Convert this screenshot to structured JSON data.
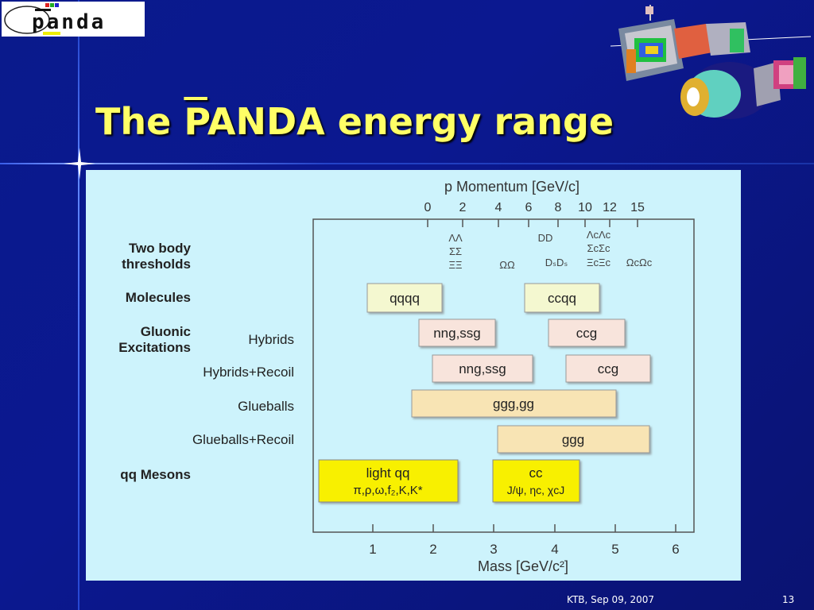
{
  "slide": {
    "title_prefix": "The ",
    "title_p": "P",
    "title_suffix": "ANDA energy range",
    "footer": "KTB, Sep 09, 2007",
    "page_number": "13",
    "logo_text": "panda"
  },
  "diagram": {
    "momentum_axis_label": "p Momentum [GeV/c]",
    "momentum_ticks": [
      "0",
      "2",
      "4",
      "6",
      "8",
      "10",
      "12",
      "15"
    ],
    "mass_axis_label": "Mass [GeV/c²]",
    "mass_ticks": [
      "1",
      "2",
      "3",
      "4",
      "5",
      "6"
    ],
    "row_labels": {
      "two_body": [
        "Two body",
        "thresholds"
      ],
      "molecules": "Molecules",
      "gluonic": [
        "Gluonic",
        "Excitations"
      ],
      "hybrids": "Hybrids",
      "hybrids_recoil": "Hybrids+Recoil",
      "glueballs": "Glueballs",
      "glueballs_recoil": "Glueballs+Recoil",
      "mesons": "qq Mesons"
    },
    "thresholds": {
      "lambda": [
        "ΛΛ",
        "ΣΣ",
        "ΞΞ"
      ],
      "omega": "ΩΩ",
      "dd": [
        "DD",
        "DₛDₛ"
      ],
      "lambda_c": [
        "ΛcΛc",
        "ΣcΣc",
        "ΞcΞc"
      ],
      "omega_c": "ΩcΩc"
    },
    "boxes": {
      "mol_light": "qqqq",
      "mol_charm": "ccqq",
      "hyb_light": "nng,ssg",
      "hyb_charm": "ccg",
      "hybr_light": "nng,ssg",
      "hybr_charm": "ccg",
      "glue": "ggg,gg",
      "gluer": "ggg",
      "meson_light_1": "light qq",
      "meson_light_2": "π,ρ,ω,f₂,K,K*",
      "meson_charm_1": "cc",
      "meson_charm_2": "J/ψ, ηc, χcJ"
    },
    "colors": {
      "molecules": "#f4f8d0",
      "hybrids": "#f8e4dc",
      "glueballs": "#f8e4b4",
      "mesons": "#f8f000",
      "panel": "#cdf3fc",
      "title": "#ffff66"
    }
  }
}
